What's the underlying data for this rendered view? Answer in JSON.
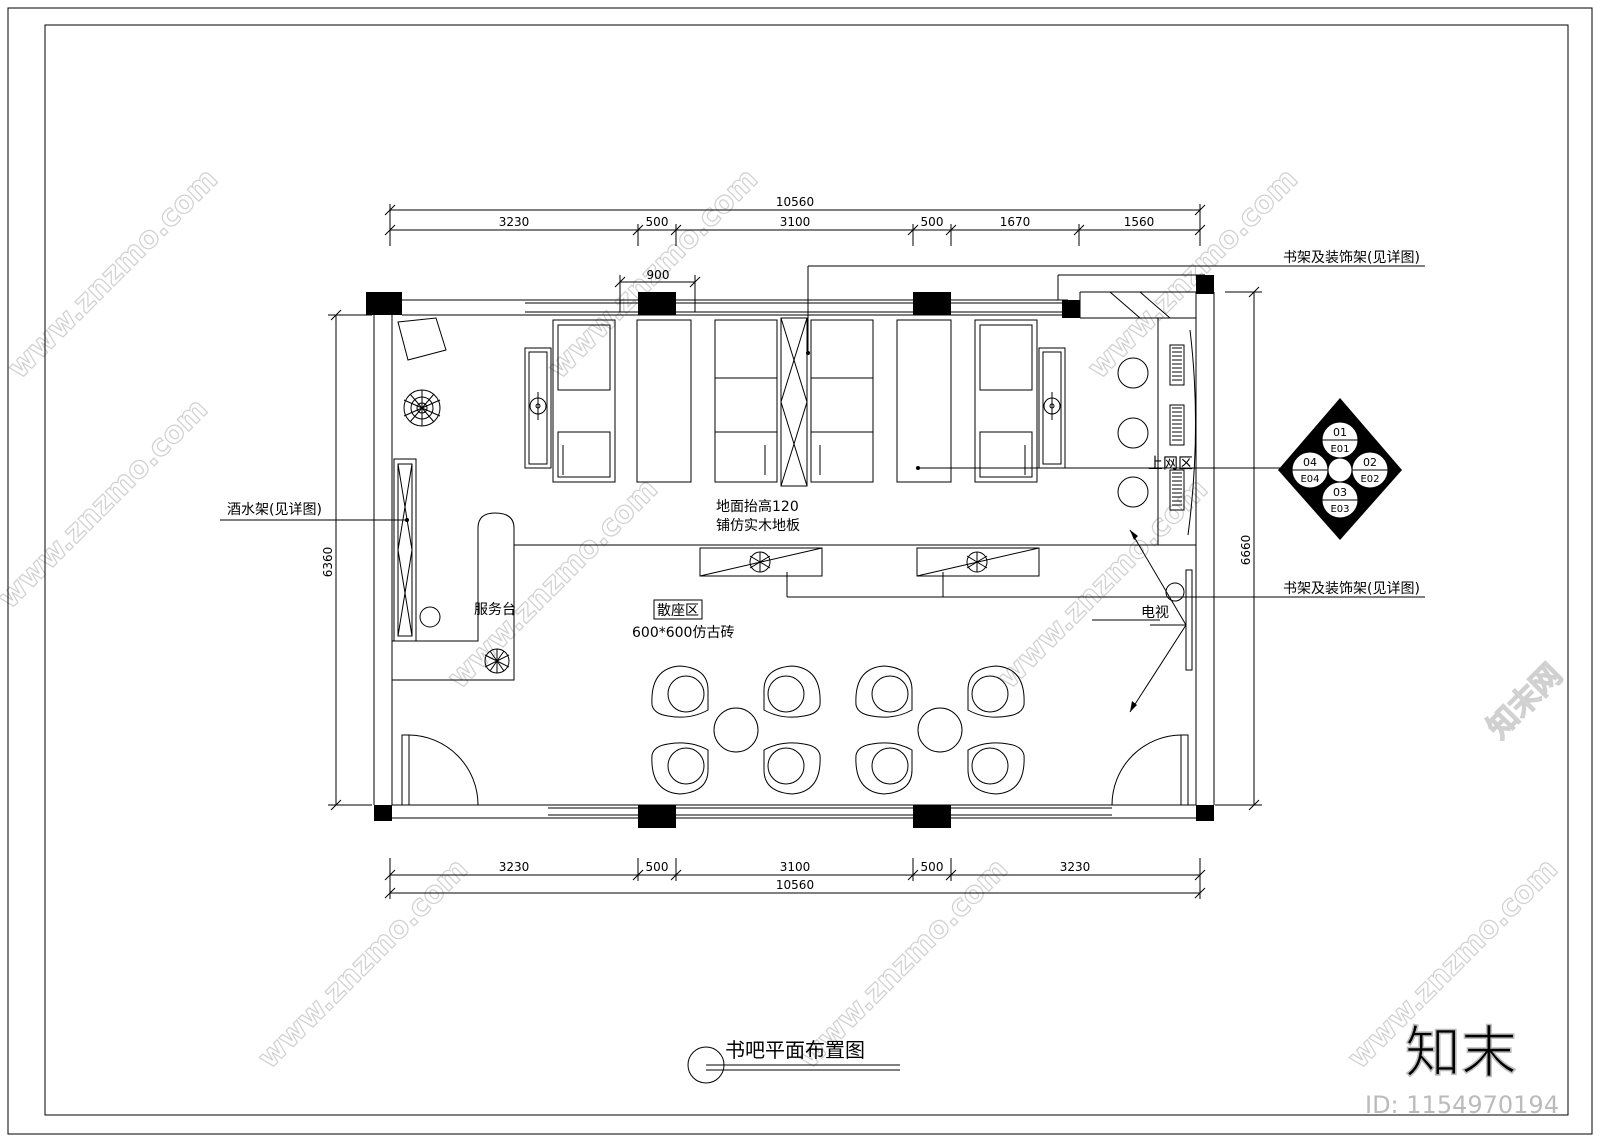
{
  "title": "书吧平面布置图",
  "watermark": {
    "site": "www.znzmo.com",
    "brand": "知末网",
    "logo": "知末",
    "id": "ID: 1154970194"
  },
  "dimensions": {
    "top_total": "10560",
    "top_segments": [
      "3230",
      "500",
      "3100",
      "500",
      "1670",
      "1560"
    ],
    "top_sub": "900",
    "bottom_segments": [
      "3230",
      "500",
      "3100",
      "500",
      "3230"
    ],
    "bottom_total": "10560",
    "left_height": "6360",
    "right_height": "6660"
  },
  "labels": {
    "shelf_top": "书架及装饰架(见详图)",
    "shelf_mid": "书架及装饰架(见详图)",
    "wine_rack": "酒水架(见详图)",
    "service_desk": "服务台",
    "raised_floor_1": "地面抬高120",
    "raised_floor_2": "铺仿实木地板",
    "seating_area": "散座区",
    "seating_floor": "600*600仿古砖",
    "internet_area": "上网区",
    "tv": "电视"
  },
  "index_symbol": {
    "cells": [
      "01",
      "E01",
      "02",
      "E02",
      "03",
      "E03",
      "04",
      "E04"
    ]
  }
}
